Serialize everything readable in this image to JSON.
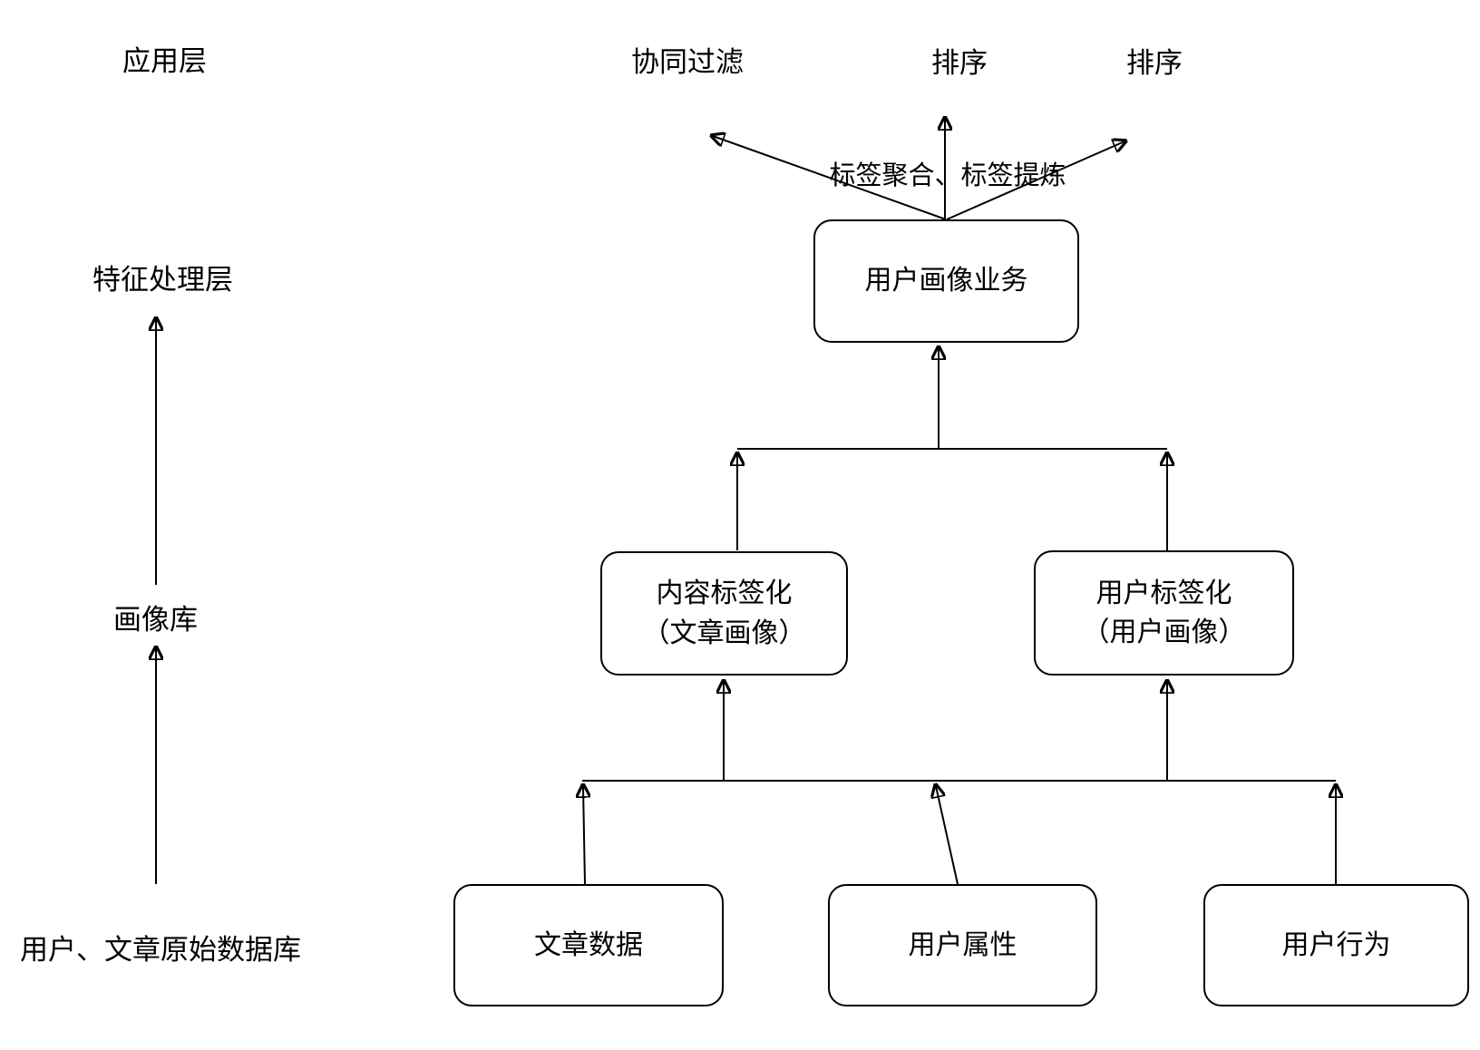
{
  "diagram": {
    "left_labels": {
      "application_layer": "应用层",
      "feature_processing_layer": "特征处理层",
      "profile_library": "画像库",
      "raw_database": "用户、文章原始数据库"
    },
    "top_outputs": {
      "collaborative_filtering": "协同过滤",
      "ranking_1": "排序",
      "ranking_2": "排序"
    },
    "fan_annotation": "标签聚合、标签提炼",
    "boxes": {
      "user_profile_service": "用户画像业务",
      "content_tagging": {
        "line1": "内容标签化",
        "line2": "（文章画像）"
      },
      "user_tagging": {
        "line1": "用户标签化",
        "line2": "（用户画像）"
      },
      "article_data": "文章数据",
      "user_attributes": "用户属性",
      "user_behavior": "用户行为"
    },
    "colors": {
      "background": "#ffffff",
      "line": "#000000",
      "text": "#000000",
      "box_fill": "#ffffff",
      "box_border": "#000000"
    }
  }
}
